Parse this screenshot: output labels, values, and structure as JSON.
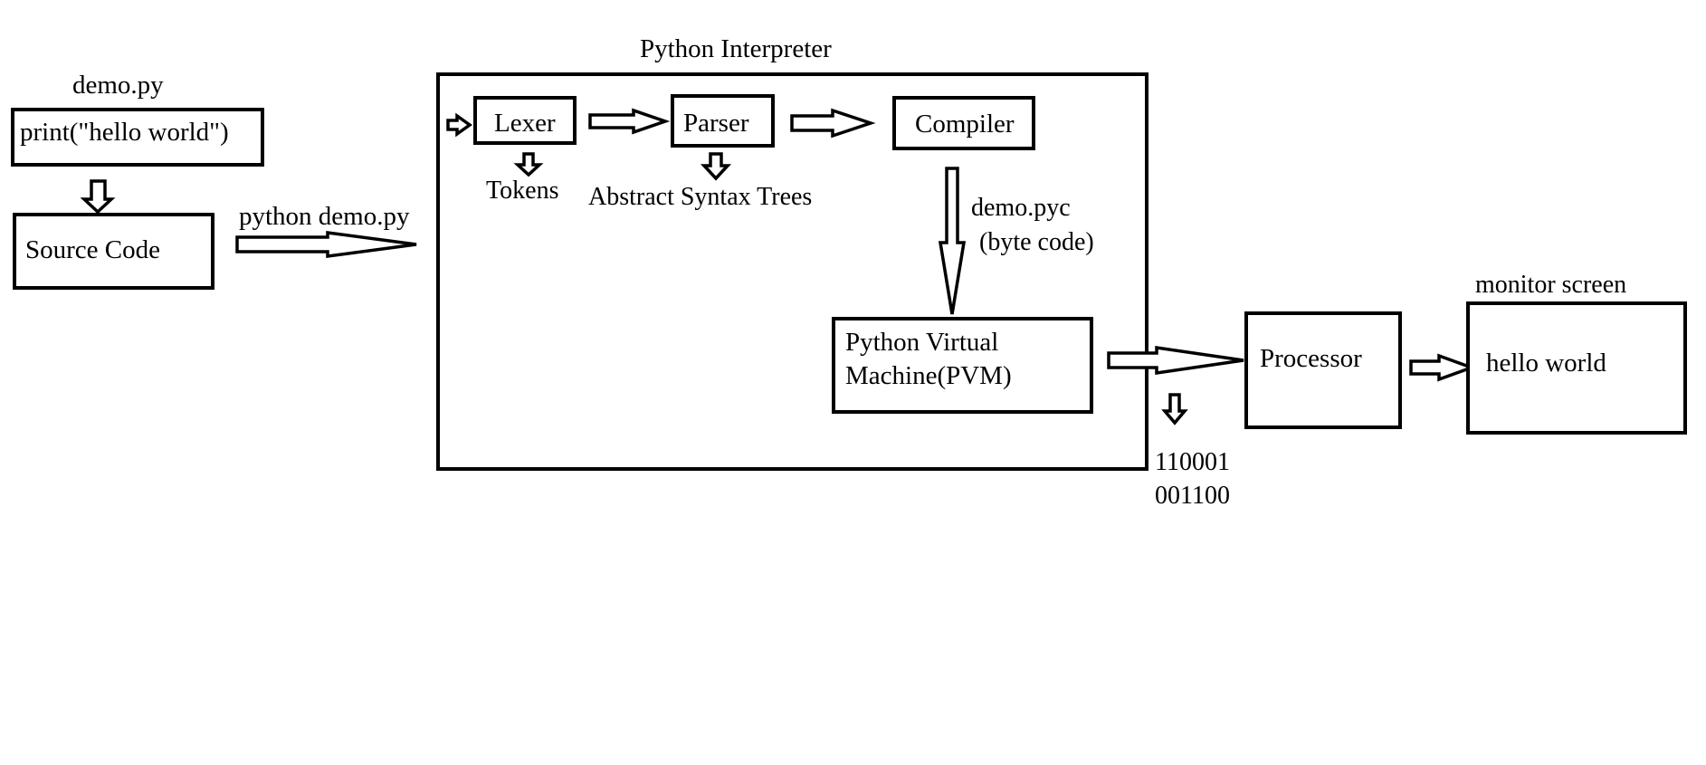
{
  "title": "Python  Interpreter",
  "file_label": "demo.py",
  "code_box": "print(\"hello world\")",
  "source_code": "Source Code",
  "command": "python  demo.py",
  "lexer": "Lexer",
  "tokens": "Tokens",
  "parser": "Parser",
  "ast": "Abstract Syntax Trees",
  "compiler": "Compiler",
  "pyc_file": "demo.pyc",
  "pyc_desc": "(byte code)",
  "pvm_line1": "Python Virtual",
  "pvm_line2": "Machine(PVM)",
  "binary_line1": "110001",
  "binary_line2": "001100",
  "processor": "Processor",
  "monitor_label": "monitor screen",
  "output": "hello world"
}
